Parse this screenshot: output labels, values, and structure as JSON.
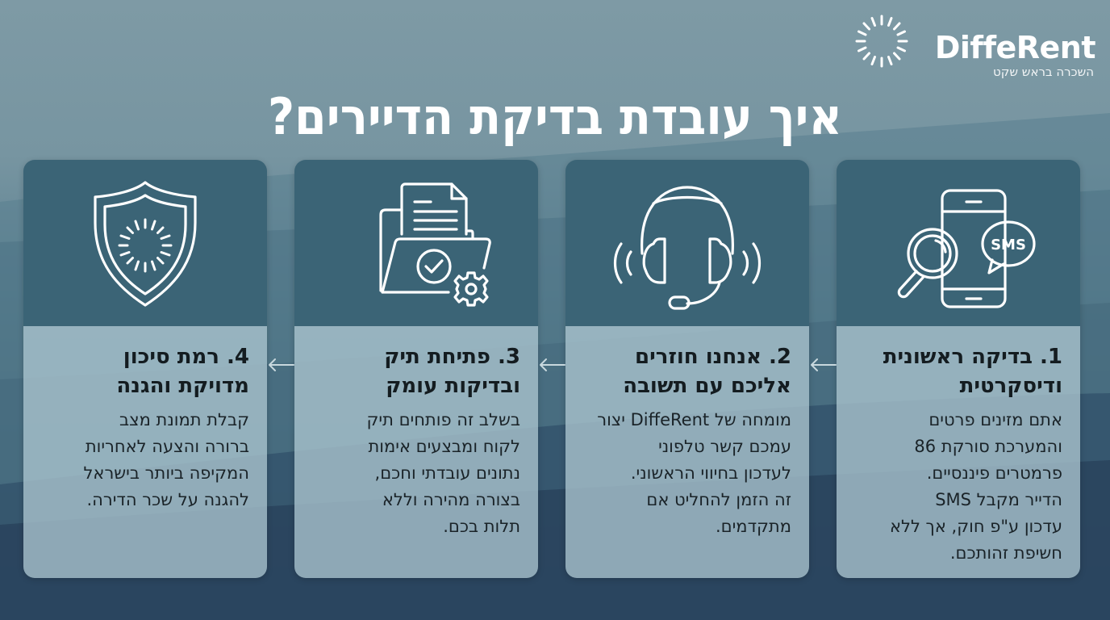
{
  "brand": {
    "name": "DiffeRent",
    "tagline": "השכרה בראש שקט",
    "icon": "sunburst-icon"
  },
  "title": "איך עובדת בדיקת הדיירים?",
  "colors": {
    "card_top": "#3b6476",
    "card_bottom": "#aac4ce",
    "text_dark": "#141c20",
    "text_light": "#ffffff"
  },
  "steps": [
    {
      "number": "1",
      "title": "1. בדיקה ראשונית ודיסקרטית",
      "title_lines": [
        "1. בדיקה ראשונית",
        "ודיסקרטית"
      ],
      "body_lines": [
        "אתם מזינים פרטים",
        "והמערכת סורקת 86",
        "פרמטרים פיננסיים.",
        "הדייר מקבל SMS",
        "עדכון ע\"פ חוק, אך ללא",
        "חשיפת זהותכם."
      ],
      "icon": "phone-search-sms-icon"
    },
    {
      "number": "2",
      "title": "2. אנחנו חוזרים אליכם עם תשובה",
      "title_lines": [
        "2. אנחנו חוזרים",
        "אליכם עם תשובה"
      ],
      "body_lines": [
        "מומחה של DiffeRent יצור",
        "עמכם קשר טלפוני",
        "לעדכון בחיווי הראשוני.",
        "זה הזמן להחליט אם",
        "מתקדמים."
      ],
      "icon": "headset-icon"
    },
    {
      "number": "3",
      "title": "3. פתיחת תיק ובדיקות עומק",
      "title_lines": [
        "3. פתיחת תיק",
        "ובדיקות עומק"
      ],
      "body_lines": [
        "בשלב זה פותחים תיק",
        "לקוח ומבצעים אימות",
        "נתונים עובדתי וחכם,",
        "בצורה מהירה וללא",
        "תלות בכם."
      ],
      "icon": "folder-document-gear-icon"
    },
    {
      "number": "4",
      "title": "4. רמת סיכון מדויקת והגנה",
      "title_lines": [
        "4. רמת סיכון",
        "מדויקת והגנה"
      ],
      "body_lines": [
        "קבלת תמונת מצב",
        "ברורה והצעה לאחריות",
        "המקיפה ביותר בישראל",
        "להגנה על שכר הדירה."
      ],
      "icon": "shield-icon"
    }
  ],
  "arrows": [
    "arrow-left-icon",
    "arrow-left-icon",
    "arrow-left-icon"
  ]
}
